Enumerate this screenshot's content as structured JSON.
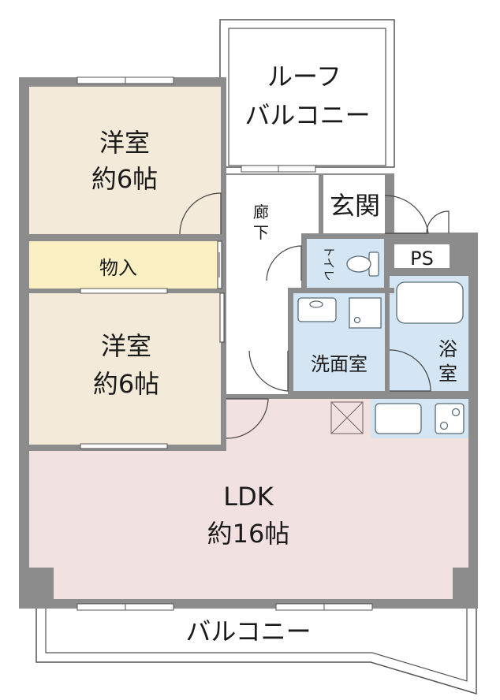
{
  "rooms": {
    "roof_balcony": {
      "line1": "ルーフ",
      "line2": "バルコニー"
    },
    "western_room_top": {
      "line1": "洋室",
      "line2": "約6帖"
    },
    "storage": {
      "label": "物入"
    },
    "western_room_bottom": {
      "line1": "洋室",
      "line2": "約6帖"
    },
    "corridor": {
      "line1": "廊",
      "line2": "下"
    },
    "entrance": {
      "label": "玄関"
    },
    "toilet": {
      "label": "トイレ"
    },
    "pipe_space": {
      "label": "PS"
    },
    "washroom": {
      "label": "洗面室"
    },
    "bathroom": {
      "line1": "浴",
      "line2": "室"
    },
    "ldk": {
      "line1": "LDK",
      "line2": "約16帖"
    },
    "balcony": {
      "label": "バルコニー"
    }
  },
  "colors": {
    "wall": "#8c8c8c",
    "western_room": "#f3ead9",
    "storage": "#fbefc4",
    "wet_area": "#d4e6f3",
    "ldk": "#f2e1e1",
    "fixture_stroke": "#5a6b78"
  }
}
